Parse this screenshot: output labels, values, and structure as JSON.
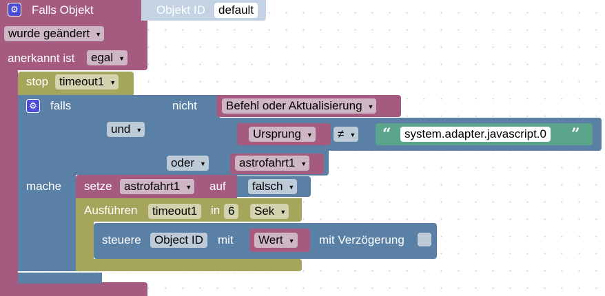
{
  "trigger": {
    "title": "Falls Objekt",
    "object_id_label": "Objekt ID",
    "object_id_value": "default",
    "changed_value": "wurde geändert",
    "ack_label": "anerkannt ist",
    "ack_value": "egal"
  },
  "stop": {
    "label": "stop",
    "timer": "timeout1"
  },
  "if_block": {
    "label": "falls",
    "do_label": "mache",
    "and_op": "und",
    "not_label": "nicht",
    "command_value": "Befehl oder Aktualisierung",
    "origin_value": "Ursprung",
    "compare_op": "≠",
    "origin_string": "system.adapter.javascript.0",
    "or_op": "oder",
    "var_in_or": "astrofahrt1"
  },
  "set_var": {
    "label": "setze",
    "var": "astrofahrt1",
    "to_label": "auf",
    "value": "falsch"
  },
  "timeout": {
    "label": "Ausführen",
    "name": "timeout1",
    "in_label": "in",
    "delay": "6",
    "unit": "Sek"
  },
  "control": {
    "label": "steuere",
    "object_id": "Object ID",
    "with_label": "mit",
    "value": "Wert",
    "delay_label": "mit Verzögerung"
  },
  "colors": {
    "event": "#a55b80",
    "logic": "#5b80a5",
    "timer": "#a5a55b",
    "string": "#5ba58c",
    "variable": "#a55b80",
    "id_block": "#c4d3e4"
  }
}
